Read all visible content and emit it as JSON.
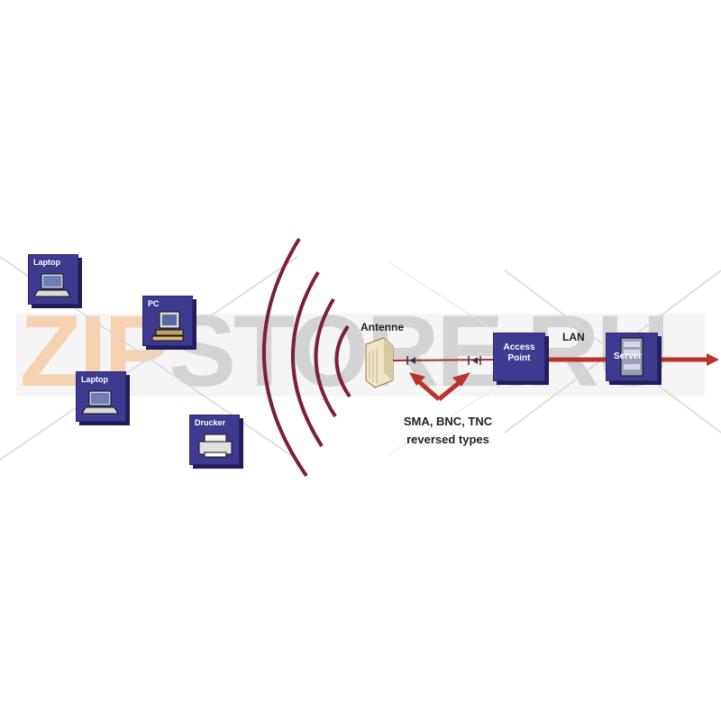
{
  "watermark": {
    "part1": "ZIP",
    "part2": "STORE.RU"
  },
  "devices": {
    "laptop1": {
      "label": "Laptop",
      "icon": "laptop-icon"
    },
    "pc": {
      "label": "PC",
      "icon": "desktop-pc-icon"
    },
    "laptop2": {
      "label": "Laptop",
      "icon": "laptop-icon"
    },
    "printer": {
      "label": "Drucker",
      "icon": "printer-icon"
    }
  },
  "antenna": {
    "label": "Antenne",
    "icon": "antenna-icon"
  },
  "access_point": {
    "line1": "Access",
    "line2": "Point"
  },
  "lan": {
    "label": "LAN"
  },
  "server": {
    "label": "Server",
    "icon": "server-rack-icon"
  },
  "connectors": {
    "line1": "SMA, BNC, TNC",
    "line2": "reversed types"
  },
  "colors": {
    "box": "#3d3a8f",
    "box_shadow": "#1f1d5a",
    "wave": "#7a1f3c",
    "arrow": "#c0392b"
  }
}
